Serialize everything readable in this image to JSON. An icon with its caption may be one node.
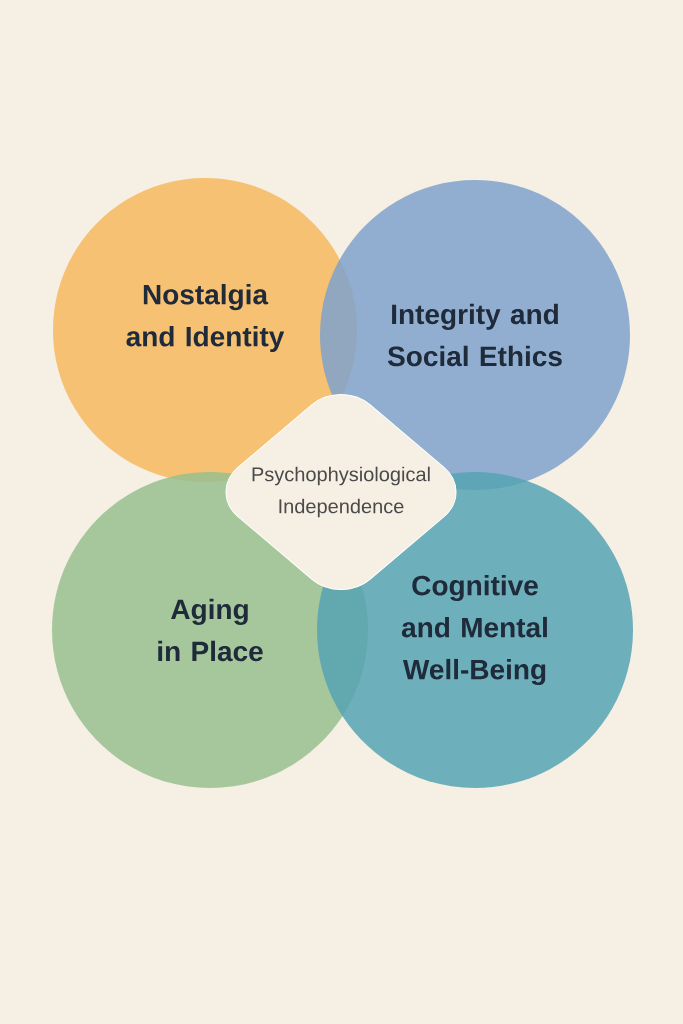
{
  "diagram": {
    "nodes": [
      {
        "text": [
          "Nostalgia and Identity"
        ]
      },
      {
        "text": [
          "Integrity and Social Ethics"
        ]
      },
      {
        "text": [
          "Aging in Place"
        ]
      },
      {
        "text": [
          "Cognitive and Mental Well-Being"
        ]
      },
      {
        "text": [
          "Psychophysiological Independence"
        ]
      }
    ]
  }
}
